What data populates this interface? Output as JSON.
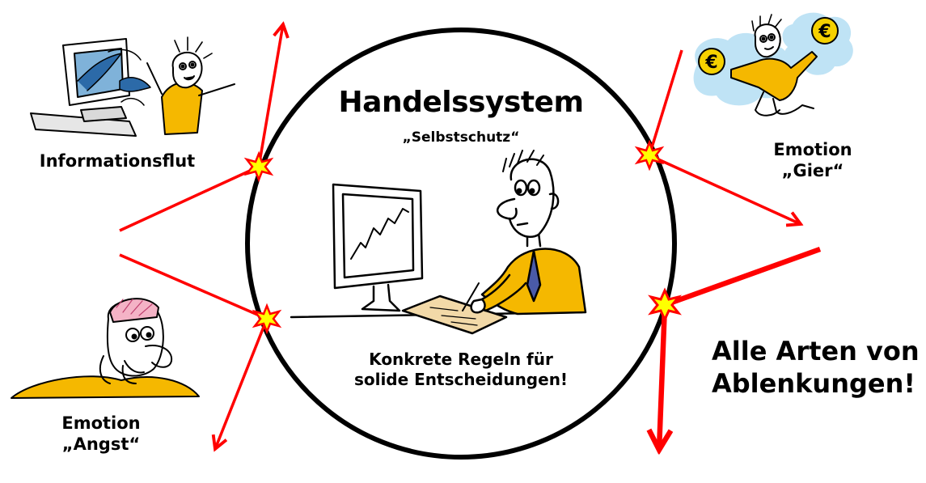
{
  "diagram": {
    "title": "Handelssystem",
    "subtitle": "„Selbstschutz“",
    "center_text_line1": "Konkrete Regeln für",
    "center_text_line2": "solide Entscheidungen!",
    "labels": {
      "information_overload": "Informationsflut",
      "emotion_fear_line1": "Emotion",
      "emotion_fear_line2": "„Angst“",
      "emotion_greed_line1": "Emotion",
      "emotion_greed_line2": "„Gier“",
      "distractions_line1": "Alle Arten von",
      "distractions_line2": "Ablenkungen!"
    },
    "colors": {
      "arrow": "#ff0000",
      "star_fill": "#ffff00",
      "circle_stroke": "#000000",
      "shirt": "#f5b800",
      "paper": "#f2d9a8",
      "cloud": "#bfe3f5"
    }
  }
}
